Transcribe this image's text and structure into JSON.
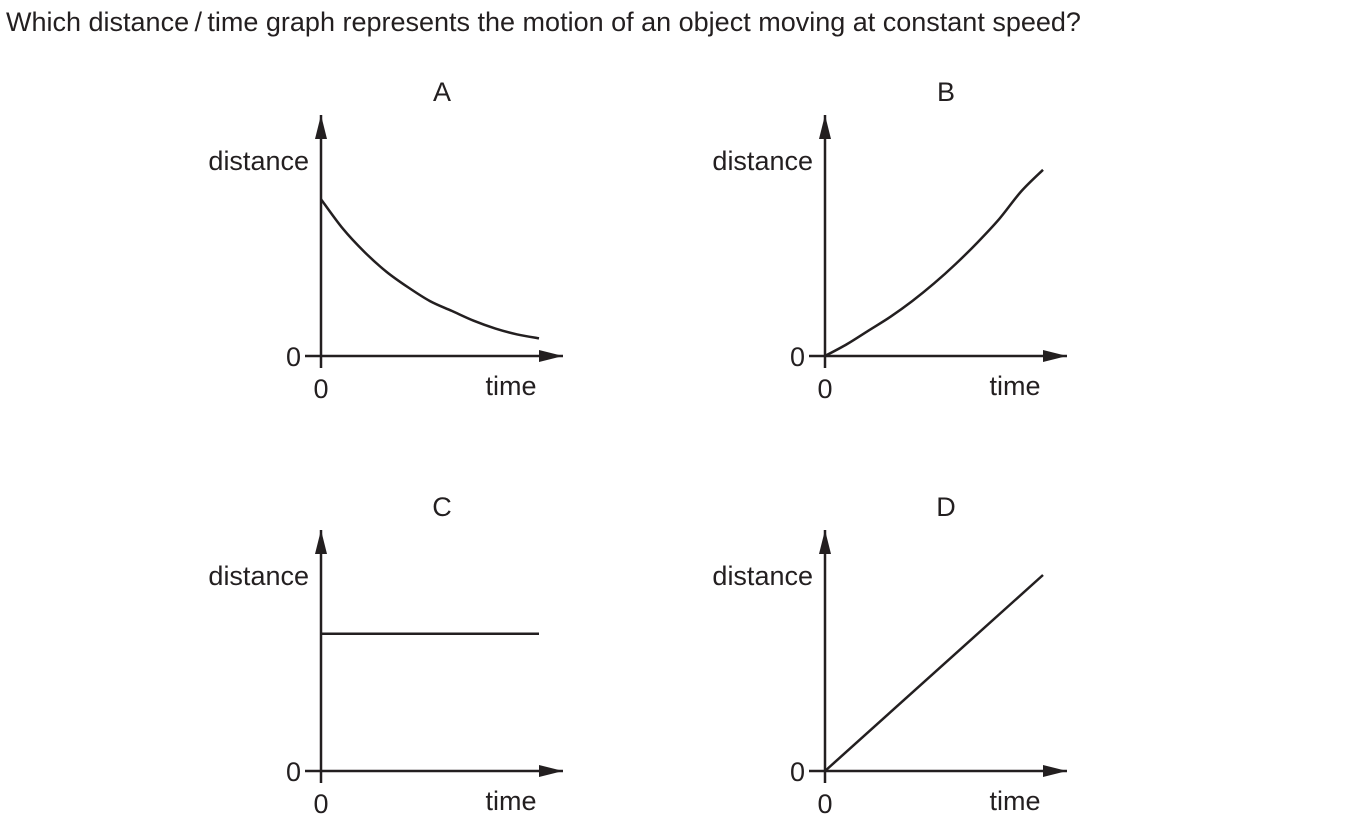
{
  "question": "Which distance / time graph represents the motion of an object moving at constant speed?",
  "colors": {
    "ink": "#231f20",
    "background": "#ffffff"
  },
  "chart_data": [
    {
      "type": "line",
      "title": "A",
      "xlabel": "time",
      "ylabel": "distance",
      "x_tick_labels": [
        "0"
      ],
      "y_tick_labels": [
        "0"
      ],
      "series": [
        {
          "x": [
            0,
            1,
            2,
            3,
            4,
            5,
            6,
            7,
            8,
            9,
            10
          ],
          "y": [
            8.0,
            6.5,
            5.3,
            4.3,
            3.5,
            2.8,
            2.3,
            1.8,
            1.4,
            1.1,
            0.9
          ]
        }
      ],
      "xlim": [
        0,
        11
      ],
      "ylim": [
        0,
        11
      ],
      "grid": false
    },
    {
      "type": "line",
      "title": "B",
      "xlabel": "time",
      "ylabel": "distance",
      "x_tick_labels": [
        "0"
      ],
      "y_tick_labels": [
        "0"
      ],
      "series": [
        {
          "x": [
            0,
            1,
            2,
            3,
            4,
            5,
            6,
            7,
            8,
            9,
            10
          ],
          "y": [
            0,
            0.6,
            1.3,
            2.0,
            2.8,
            3.7,
            4.7,
            5.8,
            7.0,
            8.4,
            9.5
          ]
        }
      ],
      "xlim": [
        0,
        11
      ],
      "ylim": [
        0,
        11
      ],
      "grid": false
    },
    {
      "type": "line",
      "title": "C",
      "xlabel": "time",
      "ylabel": "distance",
      "x_tick_labels": [
        "0"
      ],
      "y_tick_labels": [
        "0"
      ],
      "series": [
        {
          "x": [
            0,
            10
          ],
          "y": [
            7.0,
            7.0
          ]
        }
      ],
      "xlim": [
        0,
        11
      ],
      "ylim": [
        0,
        11
      ],
      "grid": false
    },
    {
      "type": "line",
      "title": "D",
      "xlabel": "time",
      "ylabel": "distance",
      "x_tick_labels": [
        "0"
      ],
      "y_tick_labels": [
        "0"
      ],
      "series": [
        {
          "x": [
            0,
            10
          ],
          "y": [
            0,
            10.0
          ]
        }
      ],
      "xlim": [
        0,
        11
      ],
      "ylim": [
        0,
        11
      ],
      "grid": false
    }
  ]
}
